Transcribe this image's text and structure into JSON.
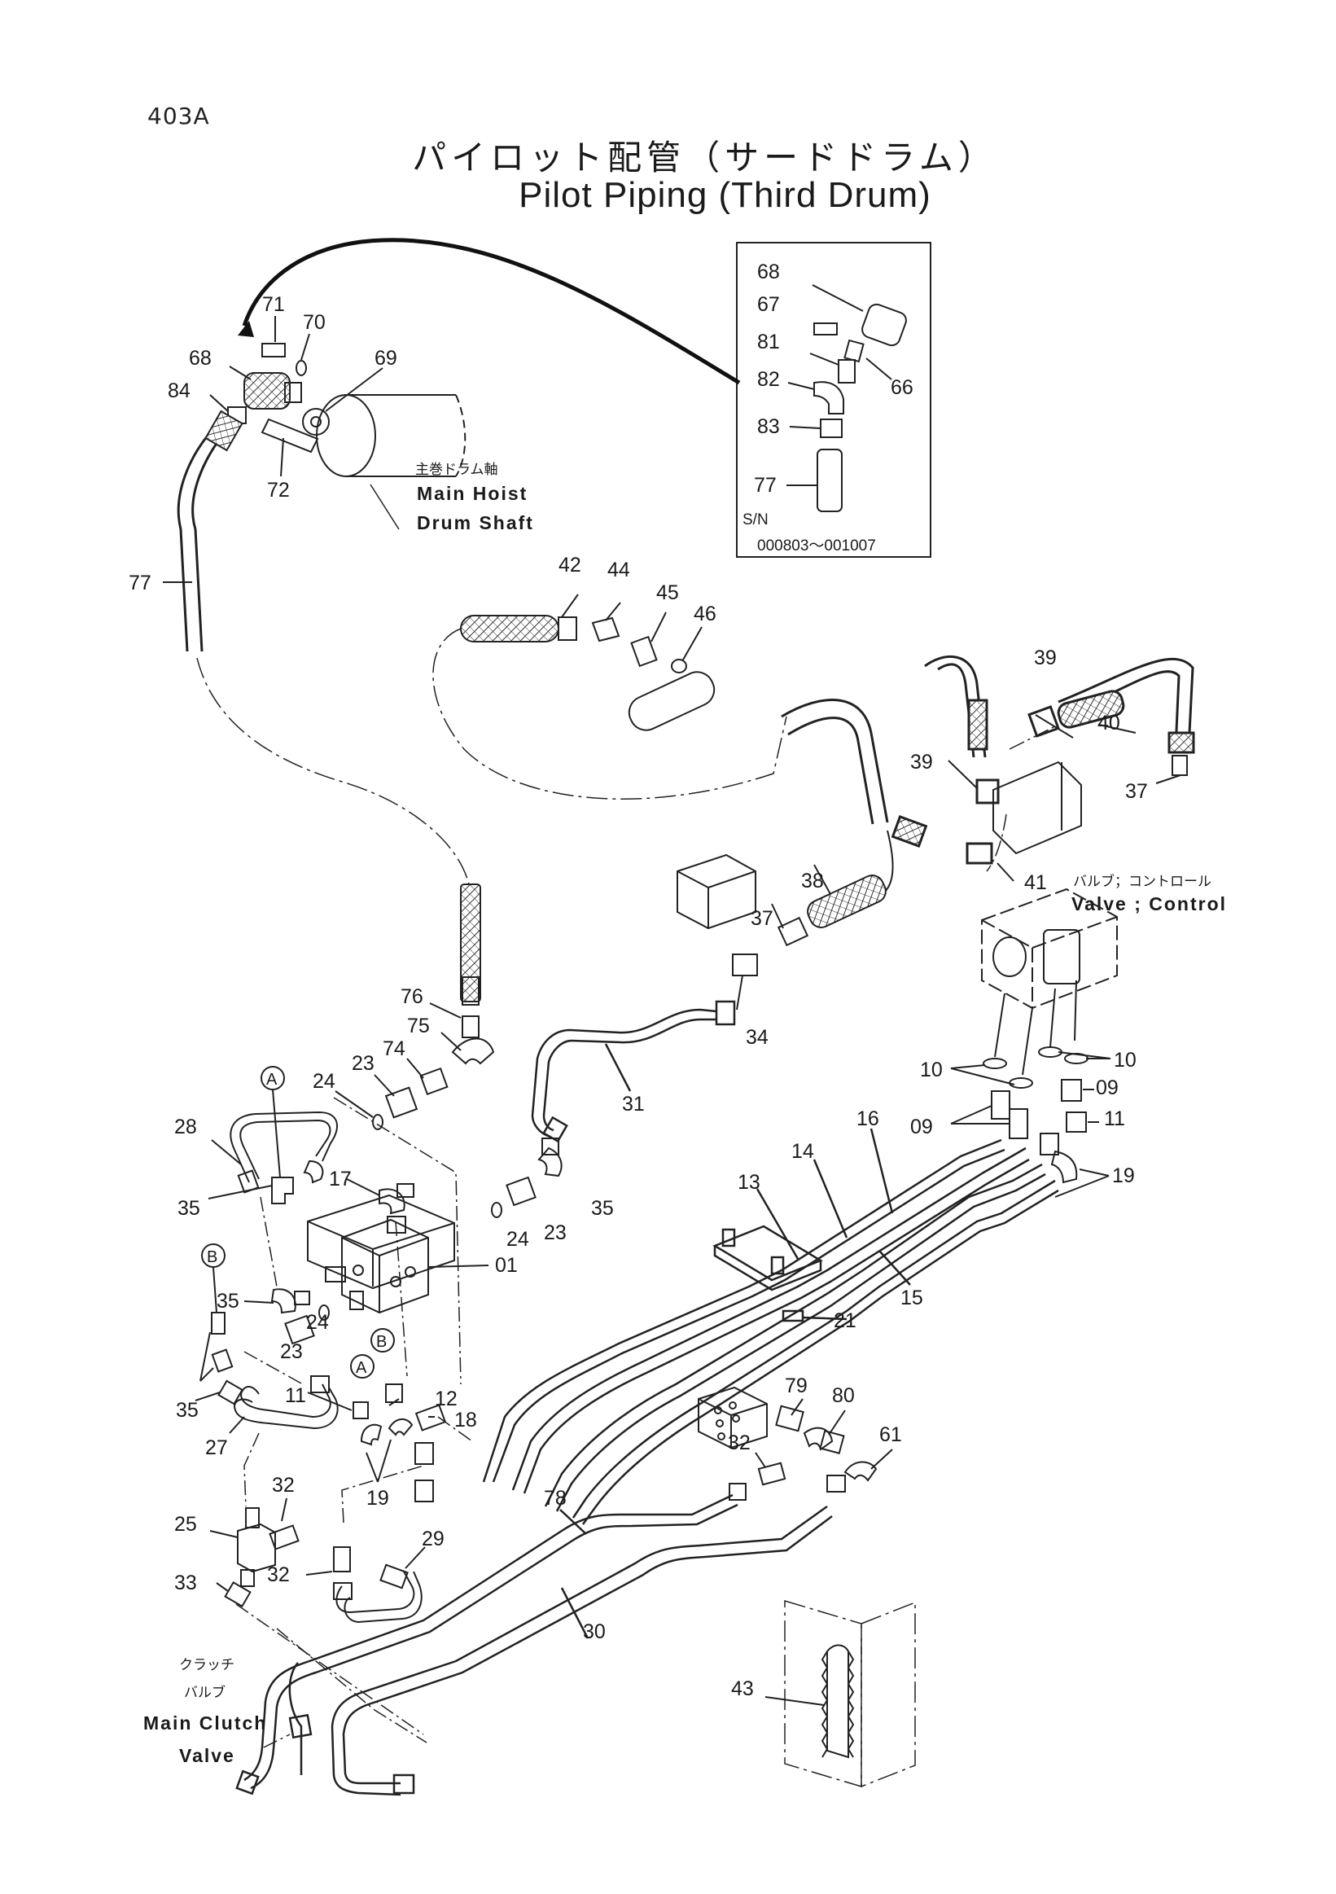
{
  "page_number": "403A",
  "title_jp": "パイロット配管（サードドラム）",
  "title_en": "Pilot Piping (Third Drum)",
  "inset": {
    "serial_label": "S/N",
    "serial_range": "000803～001007"
  },
  "captions": {
    "drum_shaft_jp": "主巻ドラム軸",
    "drum_shaft_en_1": "Main Hoist",
    "drum_shaft_en_2": "Drum Shaft",
    "control_valve_jp": "バルブ；コントロール",
    "control_valve_en": "Valve ; Control",
    "clutch_jp_1": "クラッチ",
    "clutch_jp_2": "バルブ",
    "clutch_en_1": "Main Clutch",
    "clutch_en_2": "Valve"
  },
  "callout_letters": {
    "a": "A",
    "b": "B"
  },
  "parts": [
    "68",
    "67",
    "81",
    "82",
    "83",
    "77",
    "66",
    "71",
    "70",
    "68",
    "69",
    "84",
    "72",
    "77",
    "42",
    "44",
    "45",
    "46",
    "39",
    "39",
    "40",
    "37",
    "41",
    "38",
    "37",
    "34",
    "76",
    "75",
    "74",
    "23",
    "24",
    "28",
    "35",
    "17",
    "31",
    "35",
    "23",
    "24",
    "01",
    "10",
    "10",
    "09",
    "09",
    "11",
    "19",
    "16",
    "14",
    "13",
    "15",
    "21",
    "35",
    "23",
    "24",
    "35",
    "27",
    "11",
    "12",
    "18",
    "19",
    "79",
    "80",
    "32",
    "61",
    "32",
    "25",
    "32",
    "33",
    "29",
    "78",
    "30",
    "43"
  ]
}
